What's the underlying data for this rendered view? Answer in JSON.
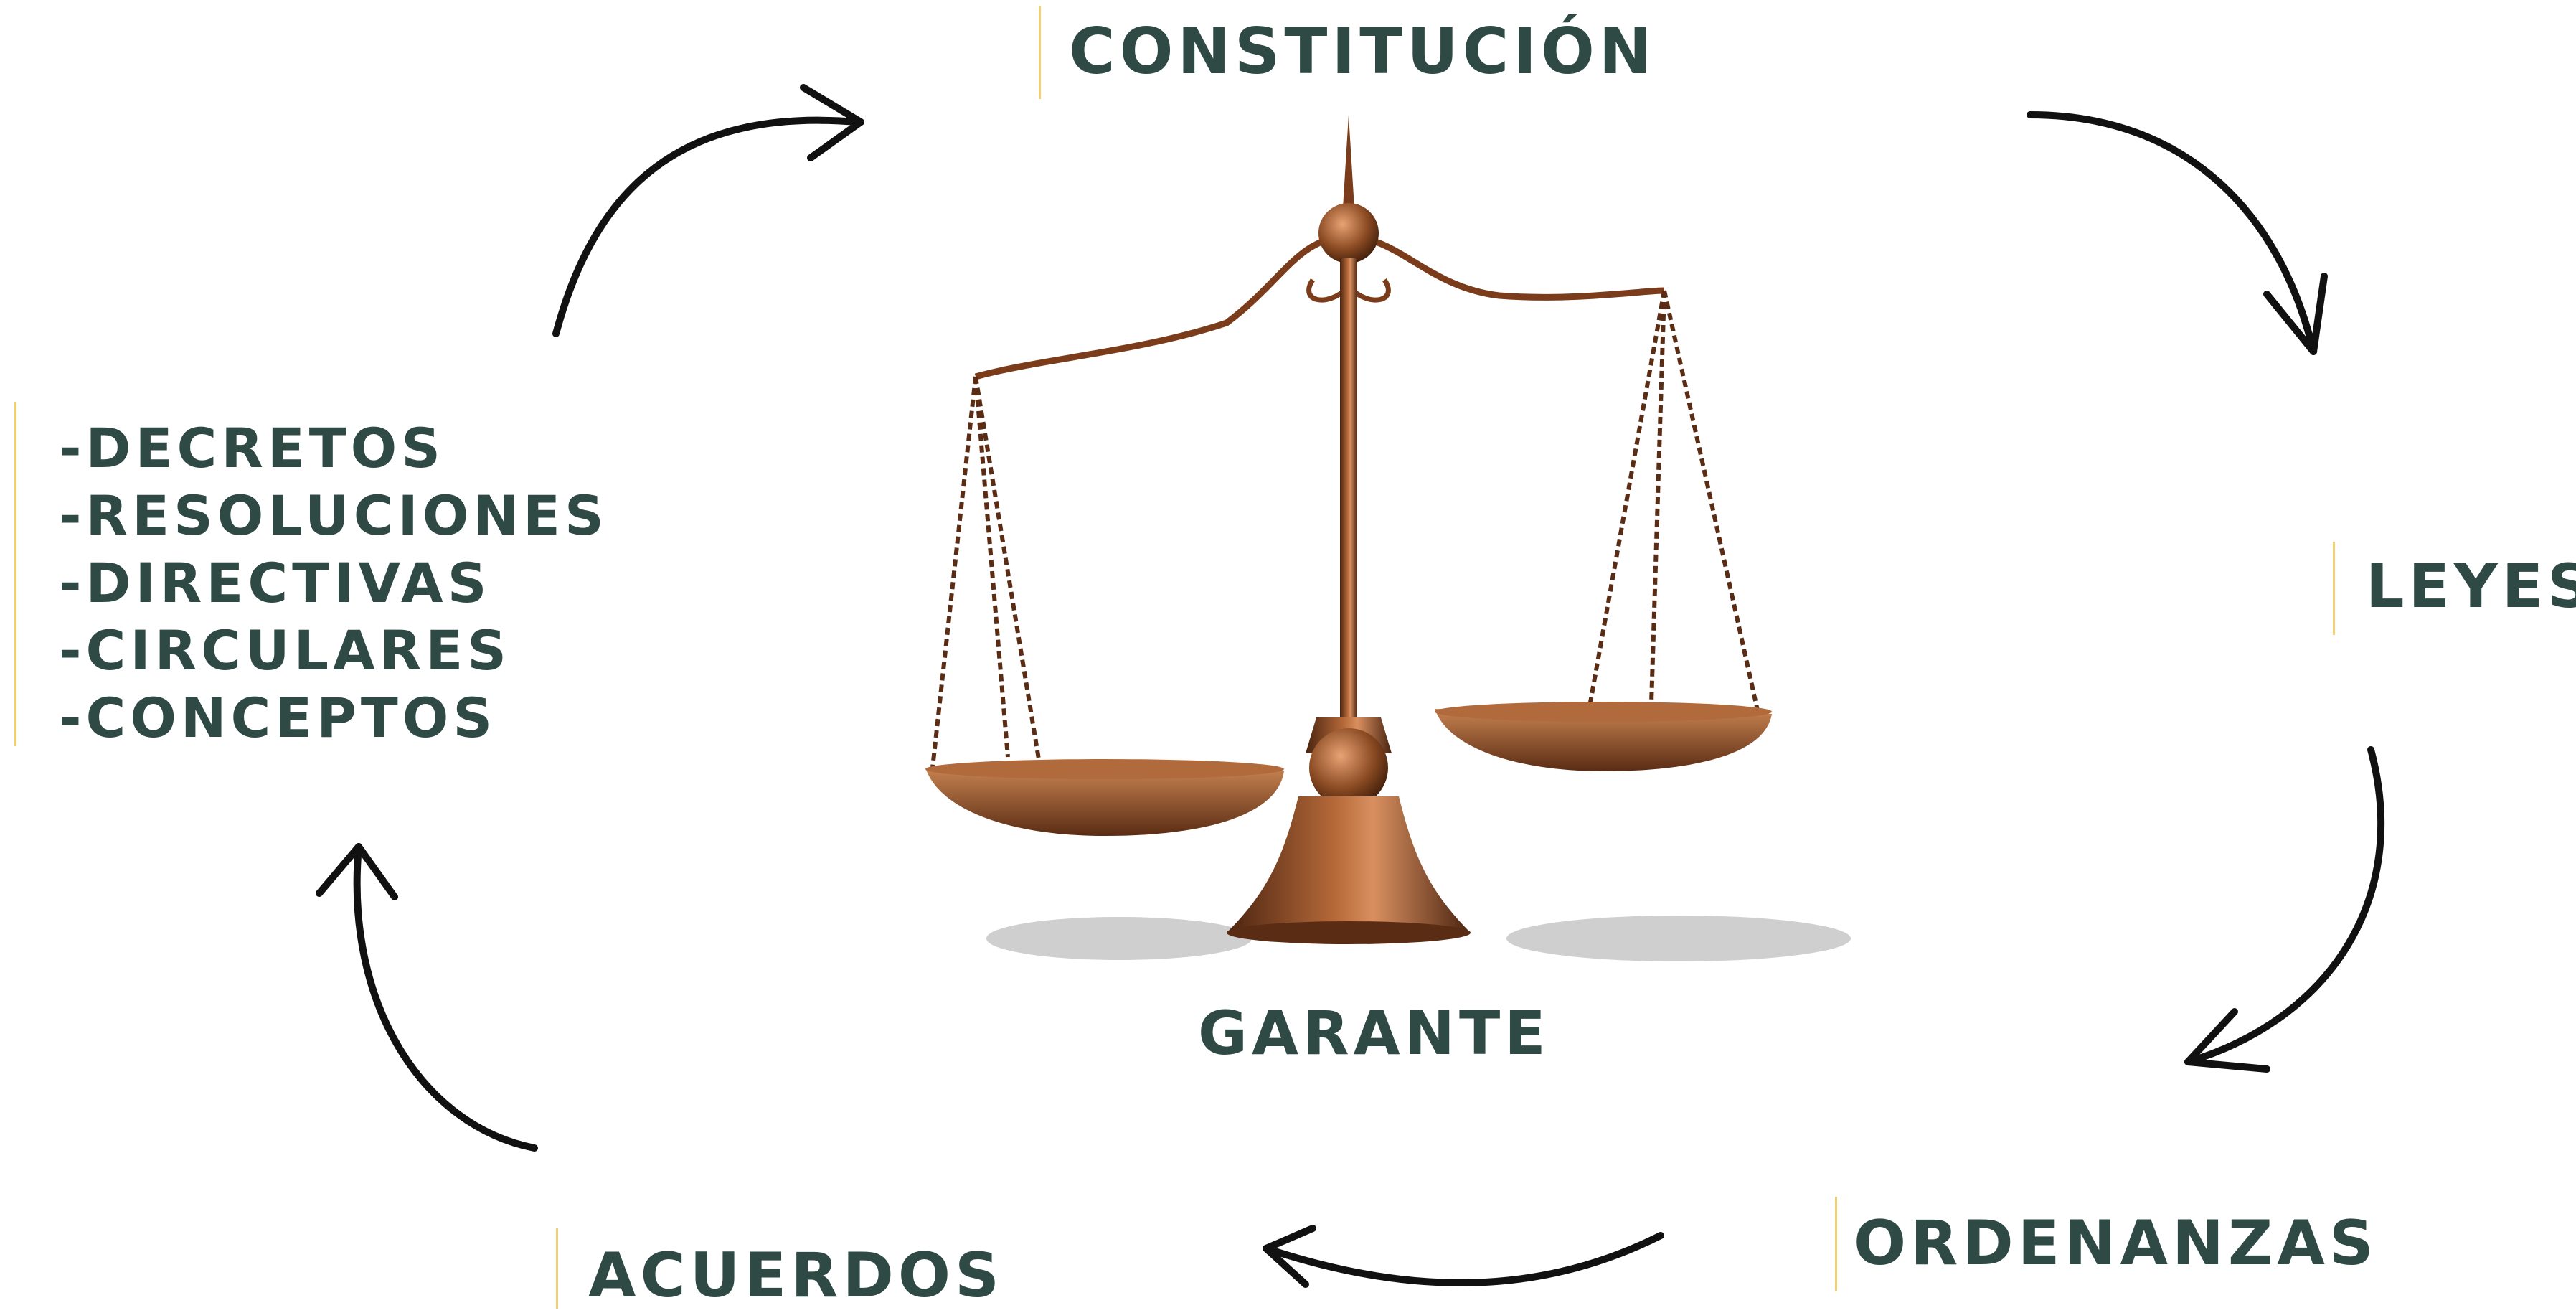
{
  "nodes": {
    "constitucion": "CONSTITUCIÓN",
    "leyes": "LEYES",
    "ordenanzas": "ORDENANZAS",
    "acuerdos": "ACUERDOS",
    "garante": "GARANTE"
  },
  "left_list": [
    "-DECRETOS",
    "-RESOLUCIONES",
    "-DIRECTIVAS",
    "-CIRCULARES",
    "-CONCEPTOS"
  ],
  "colors": {
    "text": "#2f4a44",
    "accent_bar": "#f1d072",
    "arrow": "#111111",
    "bronze": "#8a4a22"
  },
  "icons": {
    "central_image": "scales-of-justice-icon",
    "cycle": "arrow-icon"
  }
}
